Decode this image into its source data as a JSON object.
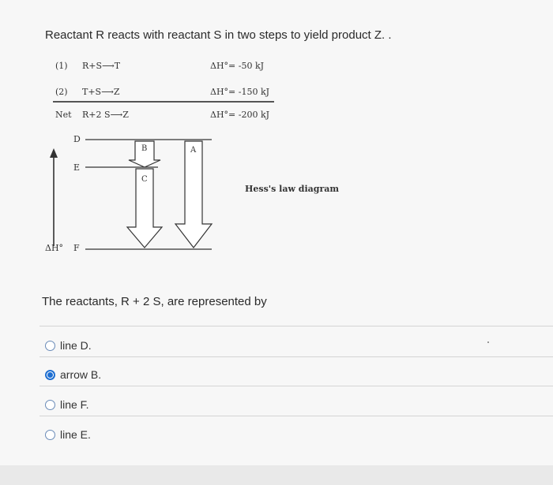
{
  "question": "Reactant R reacts with reactant S in two steps to yield product Z. .",
  "reactions": [
    {
      "label": "(1)",
      "equation": "R+S⟶T",
      "enthalpy": "ΔH°= -50 kJ"
    },
    {
      "label": "(2)",
      "equation": "T+S⟶Z",
      "enthalpy": "ΔH°= -150 kJ"
    },
    {
      "label": "Net",
      "equation": "R+2 S⟶Z",
      "enthalpy": "ΔH°= -200 kJ"
    }
  ],
  "diagram": {
    "levels": {
      "D": "D",
      "E": "E",
      "F": "F"
    },
    "axis_label": "ΔH°",
    "arrows": {
      "A": "A",
      "B": "B",
      "C": "C"
    },
    "caption": "Hess's law diagram"
  },
  "prompt": "The reactants, R + 2 S, are represented by",
  "options": [
    {
      "label": "line D.",
      "selected": false
    },
    {
      "label": "arrow B.",
      "selected": true
    },
    {
      "label": "line F.",
      "selected": false
    },
    {
      "label": "line E.",
      "selected": false
    }
  ],
  "colors": {
    "radio_selected": "#1f6fd1",
    "radio_border": "#6a8bb8"
  }
}
